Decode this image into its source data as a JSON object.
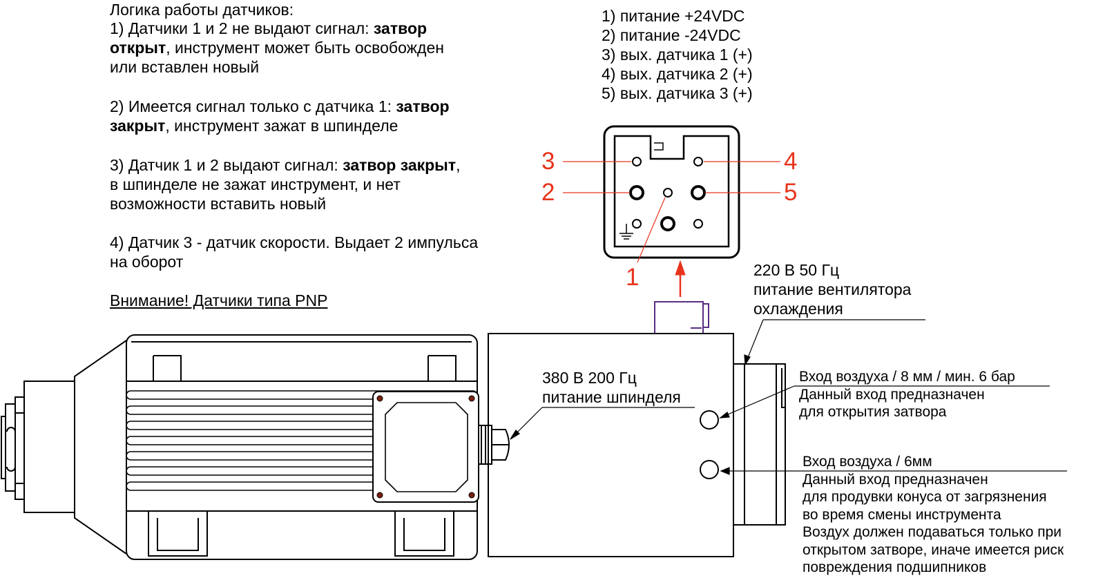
{
  "logic": {
    "title": "Логика работы датчиков:",
    "item1": {
      "pre": "1) Датчики 1 и 2 не выдают сигнал: ",
      "bold1": "затвор",
      "bold2": "открыт",
      "post": ", инструмент может быть освобожден",
      "line3": "или вставлен новый"
    },
    "item2": {
      "pre": "2) Имеется сигнал только с датчика 1: ",
      "bold1": "затвор",
      "bold2": "закрыт",
      "post": ", инструмент зажат в шпинделе"
    },
    "item3": {
      "pre": "3) Датчик 1 и 2 выдают сигнал: ",
      "bold": "затвор закрыт",
      "post": ",",
      "line2": "в шпинделе не зажат инструмент, и нет",
      "line3": "возможности вставить новый"
    },
    "item4": {
      "line1": "4) Датчик 3 - датчик скорости. Выдает 2 импульса",
      "line2": "на оборот"
    },
    "warning": "Внимание! Датчики типа PNP"
  },
  "pins": {
    "list": [
      "1) питание +24VDC",
      "2) питание -24VDC",
      "3) вых. датчика 1 (+)",
      "4) вых. датчика 2 (+)",
      "5) вых. датчика 3 (+)"
    ],
    "labels": {
      "p1": "1",
      "p2": "2",
      "p3": "3",
      "p4": "4",
      "p5": "5"
    }
  },
  "callouts": {
    "fan_power": [
      "220 В 50 Гц",
      "питание вентилятора",
      "охлаждения"
    ],
    "spindle_power": [
      "380 В 200 Гц",
      "питание шпинделя"
    ],
    "air_inlet_1": [
      "Вход воздуха / 8 мм / мин. 6 бар",
      "Данный вход предназначен",
      "для открытия затвора"
    ],
    "air_inlet_2": [
      "Вход воздуха / 6мм",
      "Данный вход предназначен",
      "для продувки конуса от загрязнения",
      "во время смены инструмента",
      "Воздух должен подаваться только при",
      "открытом затворе, иначе имеется риск",
      "повреждения подшипников"
    ]
  },
  "colors": {
    "accent": "#e8331c",
    "connector": "#5a2d82",
    "line": "#000000"
  }
}
